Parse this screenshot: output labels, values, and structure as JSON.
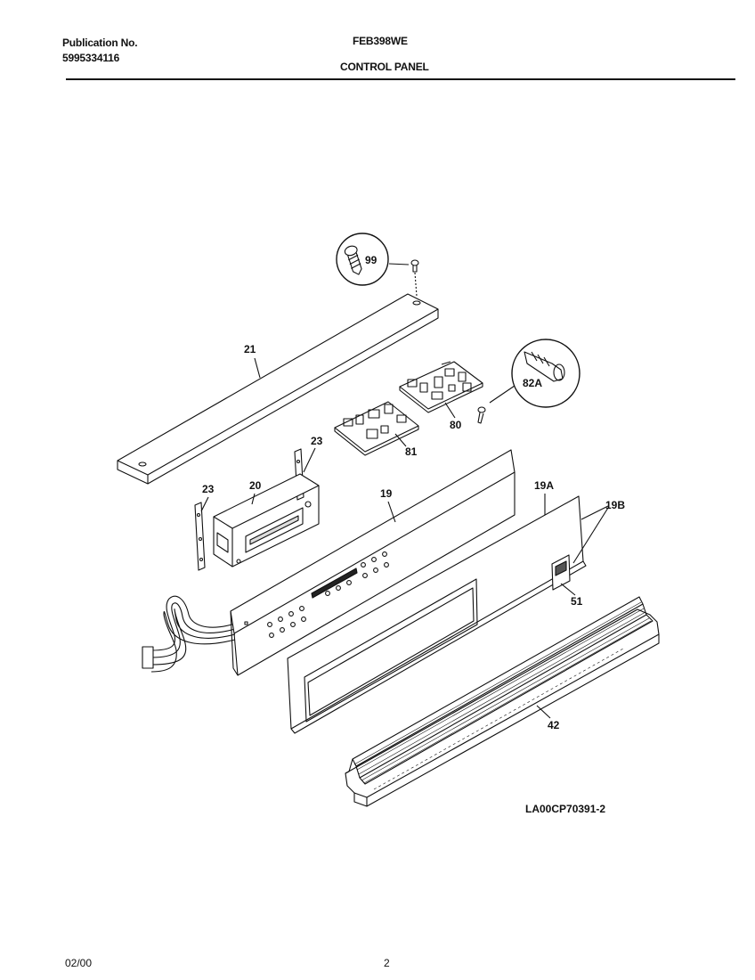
{
  "header": {
    "publication_label": "Publication No.",
    "publication_number": "5995334116",
    "model": "FEB398WE",
    "section_title": "CONTROL PANEL"
  },
  "callouts": {
    "c99": "99",
    "c21": "21",
    "c82a": "82A",
    "c80": "80",
    "c81": "81",
    "c23a": "23",
    "c23b": "23",
    "c20": "20",
    "c19": "19",
    "c19a": "19A",
    "c19b": "19B",
    "c51": "51",
    "c42": "42"
  },
  "drawing_code": "LA00CP70391-2",
  "footer": {
    "date": "02/00",
    "page": "2"
  }
}
